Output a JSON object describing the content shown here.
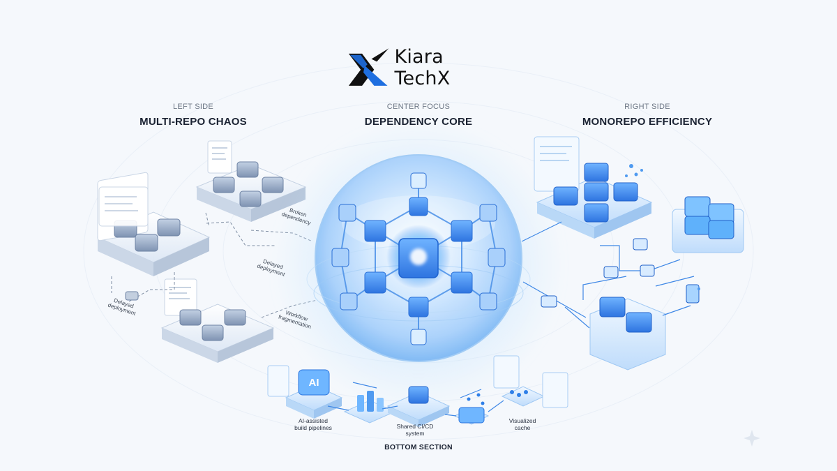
{
  "brand": {
    "name": "Kiara TechX",
    "logo_icon": "kiara-x-logo",
    "logo_colors": [
      "#111111",
      "#1f6fe0"
    ]
  },
  "left": {
    "kicker": "LEFT SIDE",
    "title": "MULTI-REPO CHAOS",
    "notes": {
      "broken": "Broken\ndependency",
      "delayed_top": "Delayed\ndeployment",
      "delayed_left": "Delayed\ndeployment",
      "workflow": "Workflow\nfragmentation"
    }
  },
  "center": {
    "kicker": "CENTER FOCUS",
    "title": "DEPENDENCY CORE"
  },
  "right": {
    "kicker": "RIGHT SIDE",
    "title": "MONOREPO EFFICIENCY"
  },
  "bottom": {
    "ai_chip": "AI",
    "labels": {
      "ai_pipelines": "AI-assisted\nbuild pipelines",
      "shared_cicd": "Shared CI/CD\nsystem",
      "visualized_cache": "Visualized\ncache"
    },
    "title": "BOTTOM SECTION"
  },
  "colors": {
    "accent": "#2d7ff0",
    "accent_light": "#8cc6ff",
    "background": "#f5f8fc",
    "text": "#1b2333"
  }
}
